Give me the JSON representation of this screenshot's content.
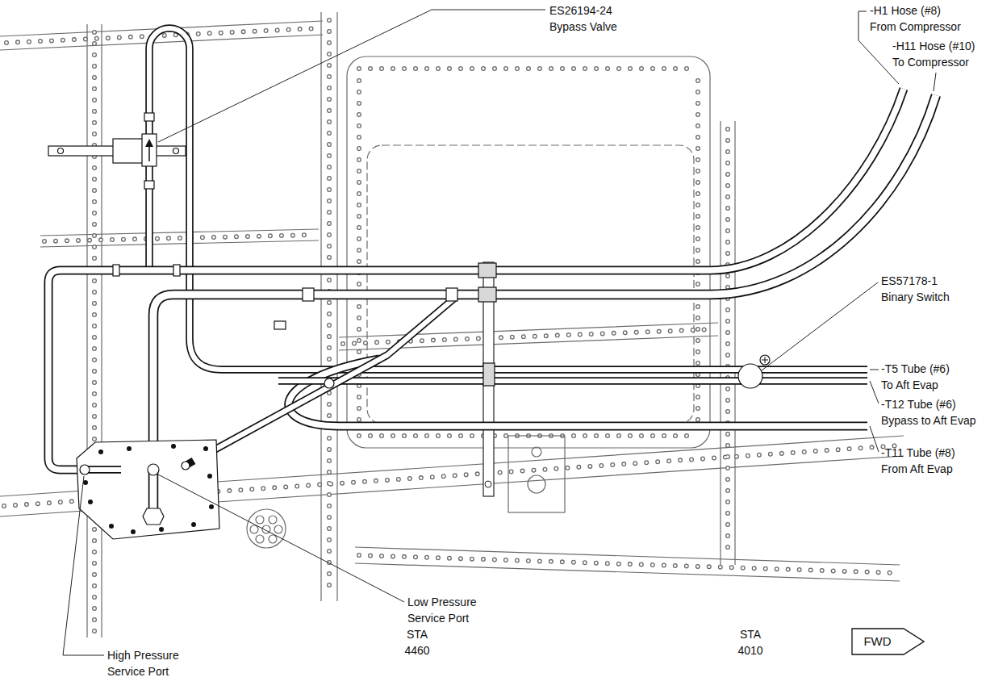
{
  "diagram": {
    "nodes": [
      {
        "text": [
          "FWD"
        ]
      }
    ],
    "labels": [
      "ES26194-24 Bypass Valve",
      "-H1 Hose (#8) From Compressor",
      "-H11 Hose (#10) To Compressor",
      "ES57178-1 Binary Switch",
      "-T5 Tube (#6) To Aft Evap",
      "-T12 Tube (#6) Bypass to Aft Evap",
      "-T11 Tube (#8) From Aft Evap",
      "Low Pressure Service Port",
      "High Pressure Service Port",
      "STA 4460",
      "STA 4010"
    ]
  }
}
